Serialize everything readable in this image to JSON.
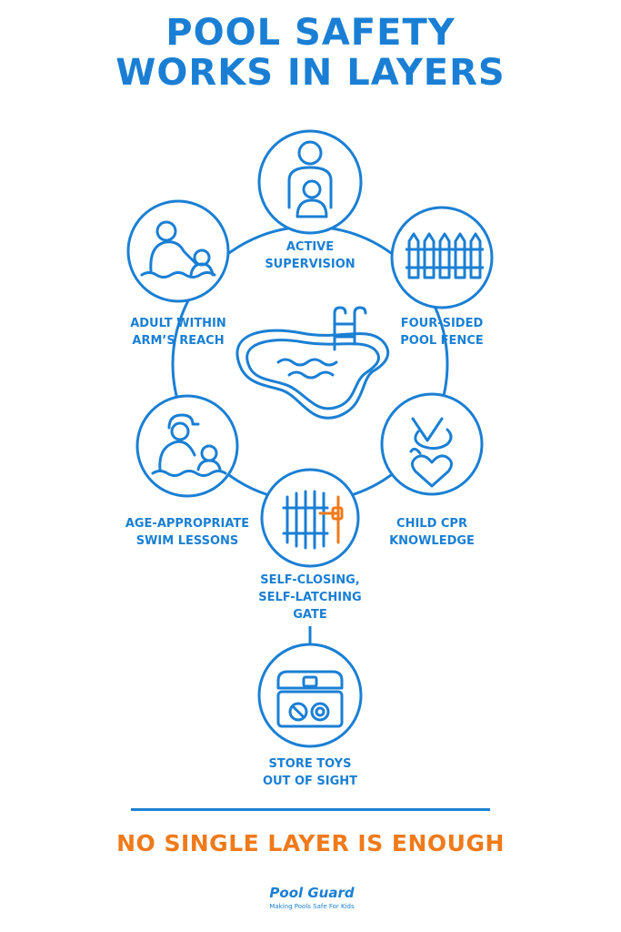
{
  "title": {
    "line1": "POOL SAFETY",
    "line2": "WORKS IN LAYERS"
  },
  "layers": [
    {
      "id": "supervision",
      "label_lines": [
        "ACTIVE",
        "SUPERVISION"
      ],
      "icon": "adult-child-icon"
    },
    {
      "id": "fence",
      "label_lines": [
        "FOUR-SIDED",
        "POOL FENCE"
      ],
      "icon": "fence-icon"
    },
    {
      "id": "cpr",
      "label_lines": [
        "CHILD CPR",
        "KNOWLEDGE"
      ],
      "icon": "cpr-hands-icon"
    },
    {
      "id": "gate",
      "label_lines": [
        "SELF-CLOSING,",
        "SELF-LATCHING",
        "GATE"
      ],
      "icon": "gate-icon"
    },
    {
      "id": "lessons",
      "label_lines": [
        "AGE-APPROPRIATE",
        "SWIM LESSONS"
      ],
      "icon": "swim-instructor-icon"
    },
    {
      "id": "reach",
      "label_lines": [
        "ADULT WITHIN",
        "ARM’S REACH"
      ],
      "icon": "adult-in-water-icon"
    },
    {
      "id": "toys",
      "label_lines": [
        "STORE TOYS",
        "OUT OF SIGHT"
      ],
      "icon": "toy-box-icon"
    }
  ],
  "center_icon": "pool-icon",
  "tagline": "NO SINGLE LAYER IS ENOUGH",
  "logo": {
    "name": "Pool Guard",
    "tagline": "Making Pools Safe For Kids"
  },
  "colors": {
    "primary": "#1a7fd4",
    "accent": "#f07a1a",
    "background": "#ffffff"
  }
}
